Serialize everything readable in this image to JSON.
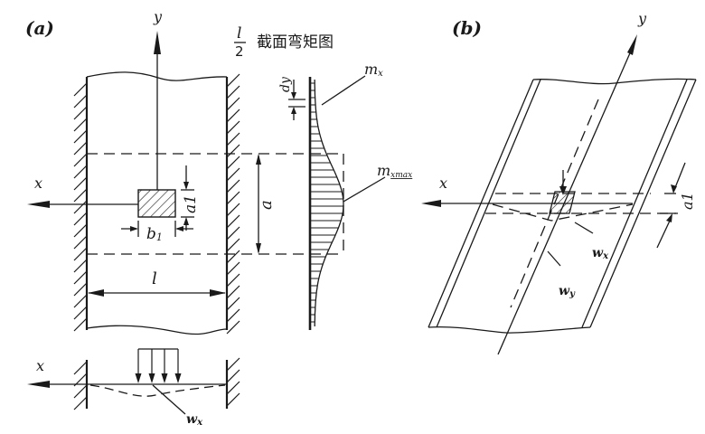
{
  "figure": {
    "panel_a": {
      "label": "(a)",
      "axis_y": "y",
      "axis_x": "x",
      "fraction_numerator": "l",
      "fraction_denominator": "2",
      "moment_title": "截面弯矩图",
      "dim_dy": "dy",
      "label_mx": "m",
      "label_mx_sub": "x",
      "label_mxmax": "m",
      "label_mxmax_sub": "xmax",
      "dim_a": "a",
      "dim_a1": "a1",
      "dim_b1": "b",
      "dim_b1_sub": "1",
      "dim_l": "l",
      "section_axis_x": "x",
      "deflection_label": "w",
      "deflection_sub": "x"
    },
    "panel_b": {
      "label": "(b)",
      "axis_y": "y",
      "axis_x": "x",
      "dim_a1": "a1",
      "deflection_wx": "w",
      "deflection_wx_sub": "x",
      "deflection_wy": "w",
      "deflection_wy_sub": "y"
    }
  }
}
